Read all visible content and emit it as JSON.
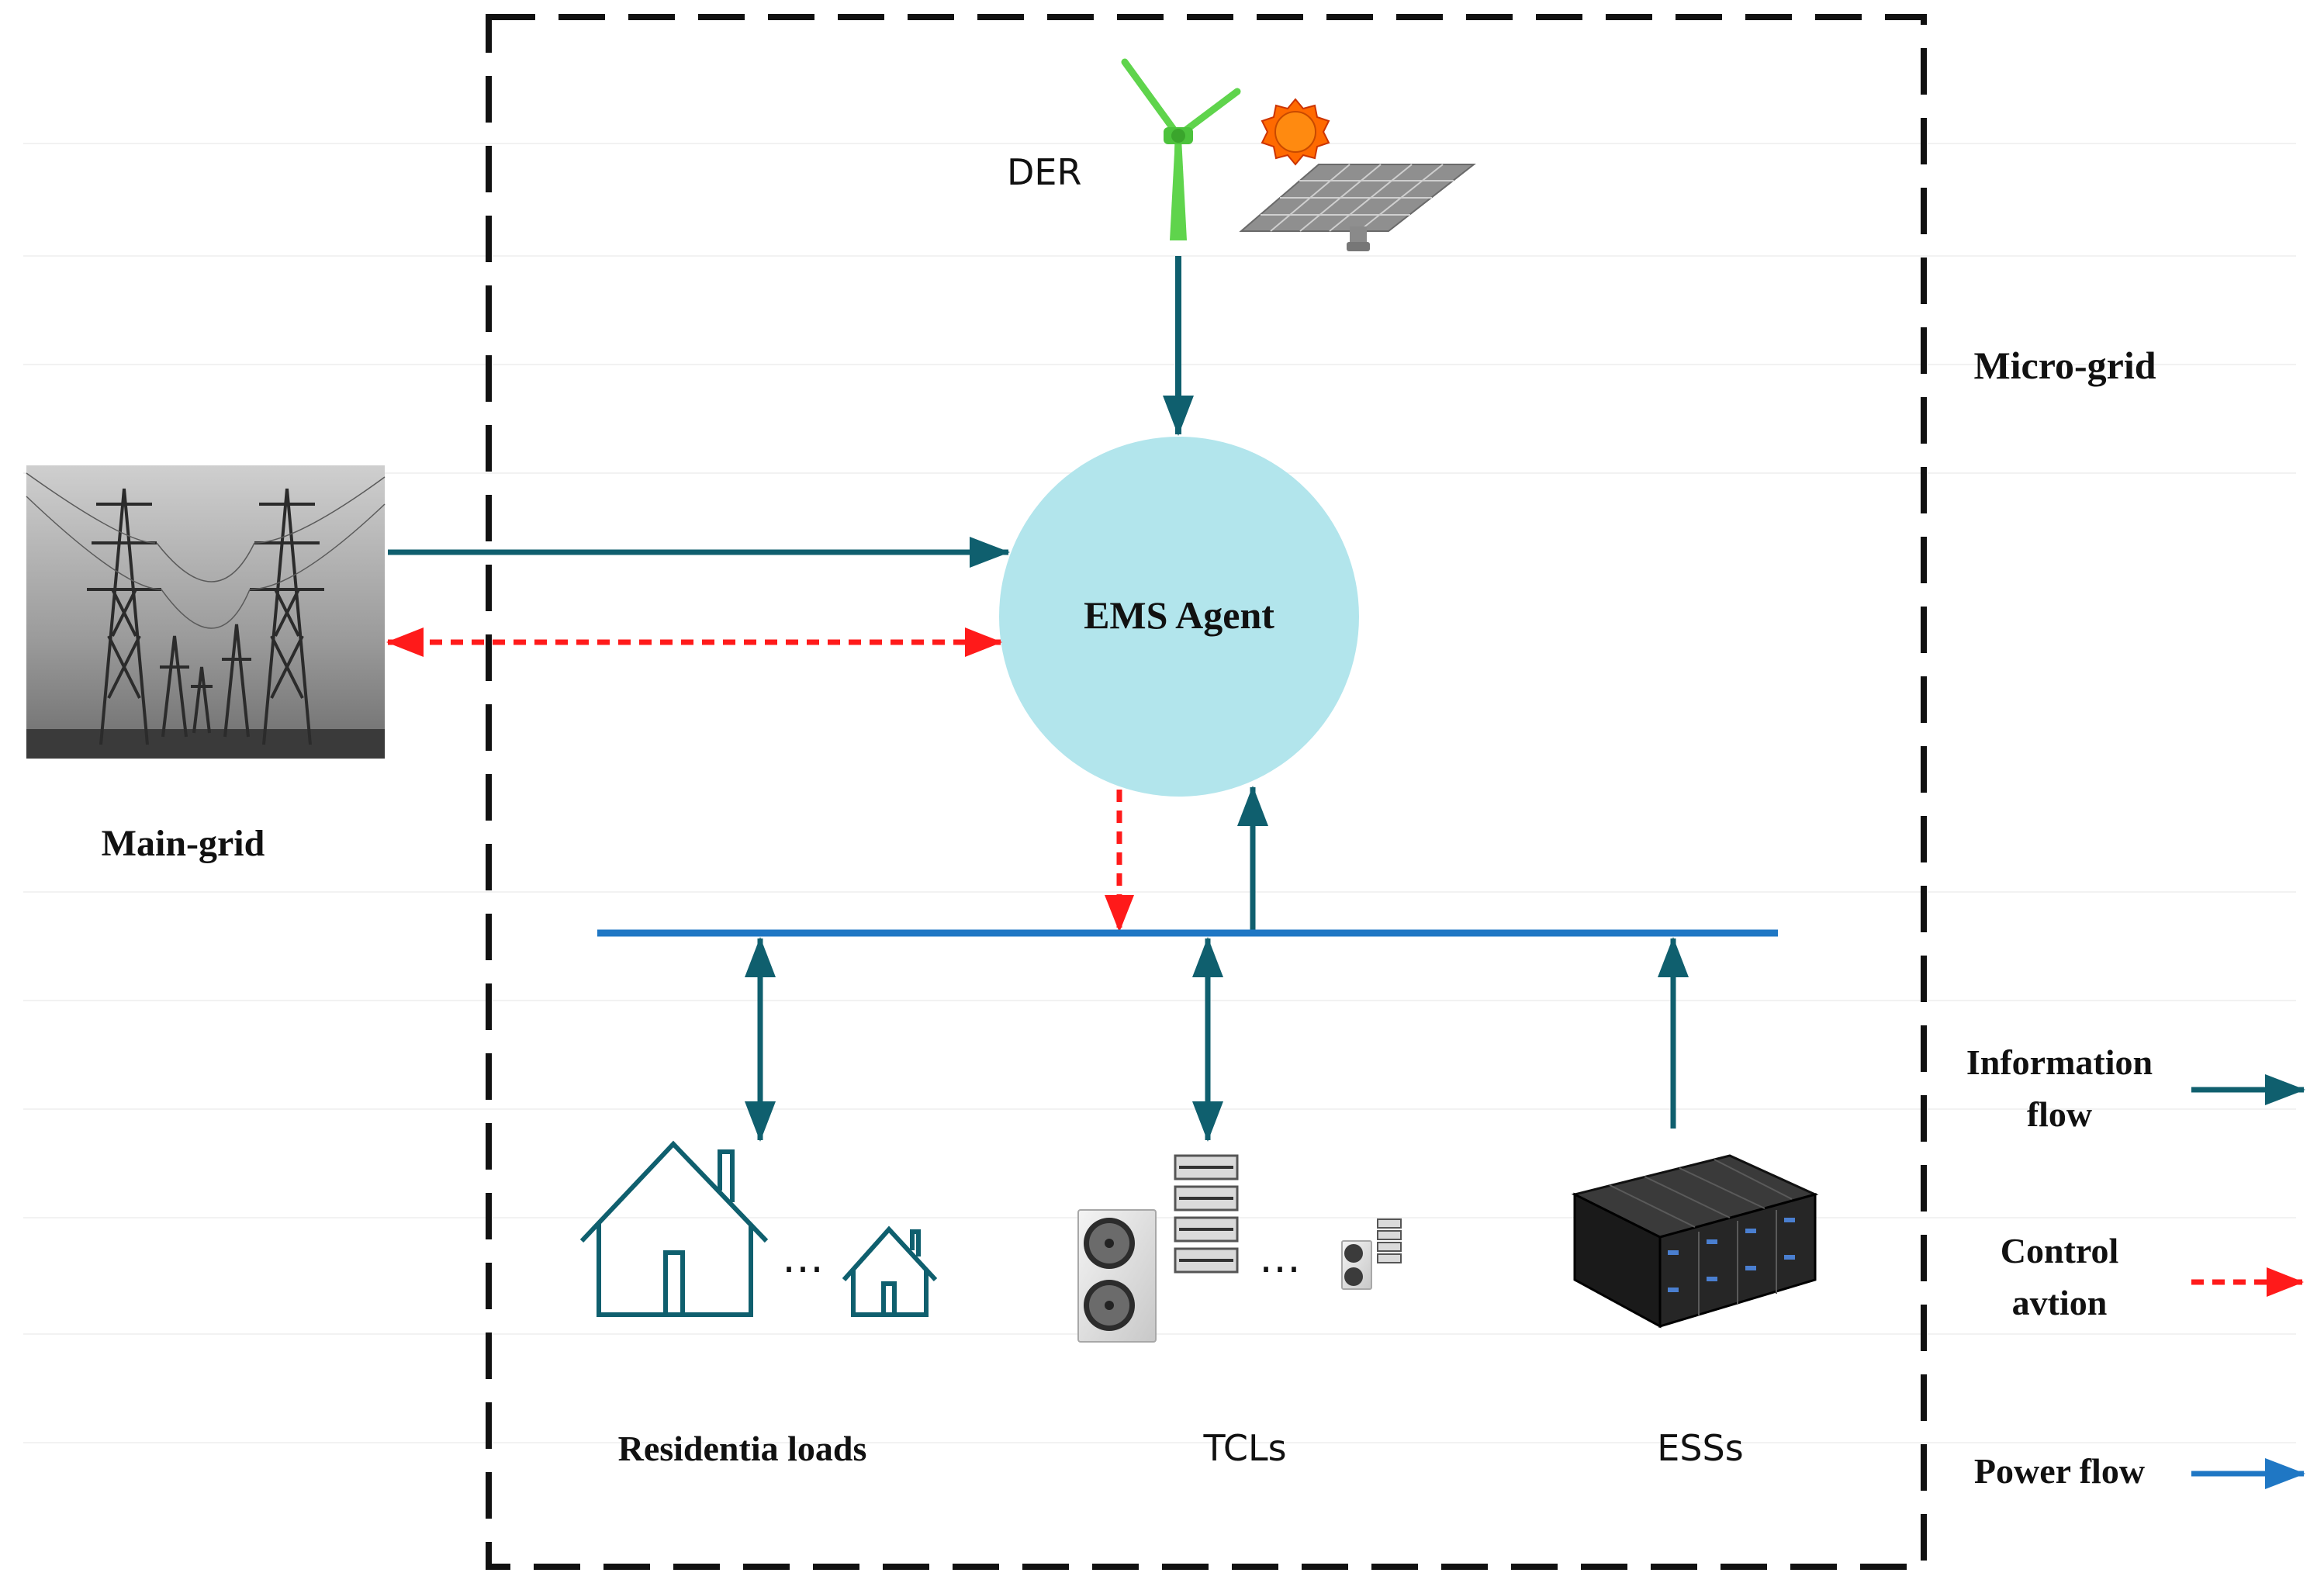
{
  "labels": {
    "der": "DER",
    "ems_agent": "EMS Agent",
    "micro_grid": "Micro-grid",
    "main_grid": "Main-grid",
    "residential_loads": "Residentia loads",
    "tcls": "TCLs",
    "esss": "ESSs",
    "ellipsis": "…"
  },
  "legend": {
    "information_flow": [
      "Information",
      "flow"
    ],
    "control_action": [
      "Control",
      "avtion"
    ],
    "power_flow": "Power flow"
  },
  "colors": {
    "information_flow": "#0f5f6e",
    "control_action": "#ff1a1a",
    "power_flow": "#1f77c4",
    "ems_agent_fill": "#b2e5ec",
    "boundary": "#111111"
  },
  "icons": {
    "der": [
      "wind-turbine-icon",
      "sun-icon",
      "solar-panel-icon"
    ],
    "main_grid": "transmission-towers-icon",
    "residential_loads": "house-icon",
    "tcls": "air-conditioner-icon",
    "esss": "battery-storage-icon"
  }
}
